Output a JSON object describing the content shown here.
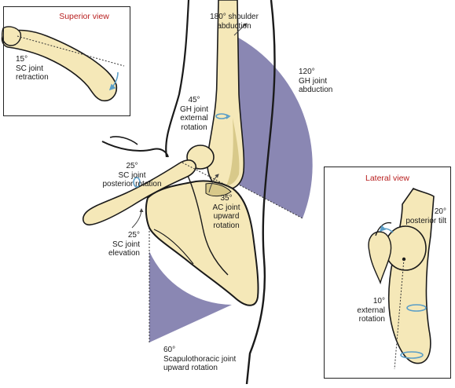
{
  "colors": {
    "bone": "#f5e8b8",
    "bone_shade": "#d8c98a",
    "angle_fill": "#8a87b3",
    "rotation_arrow": "#5a9ec7",
    "outline": "#1a1a1a",
    "panel_title": "#b81e1e"
  },
  "insets": {
    "superior": {
      "title": "Superior view",
      "angle_label": "15°\nSC joint\nretraction",
      "angle_deg": 15
    },
    "lateral": {
      "title": "Lateral view",
      "tilt_label": "20°\nposterior tilt",
      "tilt_deg": 20,
      "rotation_label": "10°\nexternal\nrotation",
      "rotation_deg": 10
    }
  },
  "labels": {
    "shoulder_abduction": {
      "text": "180° shoulder\nabduction",
      "deg": 180
    },
    "gh_abduction": {
      "text": "120°\nGH joint\nabduction",
      "deg": 120
    },
    "gh_external_rotation": {
      "text": "45°\nGH joint\nexternal\nrotation",
      "deg": 45
    },
    "sc_posterior_rotation": {
      "text": "25°\nSC joint\nposterior rotation",
      "deg": 25
    },
    "ac_upward_rotation": {
      "text": "35°\nAC joint\nupward\nrotation",
      "deg": 35
    },
    "sc_elevation": {
      "text": "25°\nSC joint\nelevation",
      "deg": 25
    },
    "scapulothoracic_upward_rotation": {
      "text": "60°\nScapulothoracic joint\nupward rotation",
      "deg": 60
    }
  }
}
